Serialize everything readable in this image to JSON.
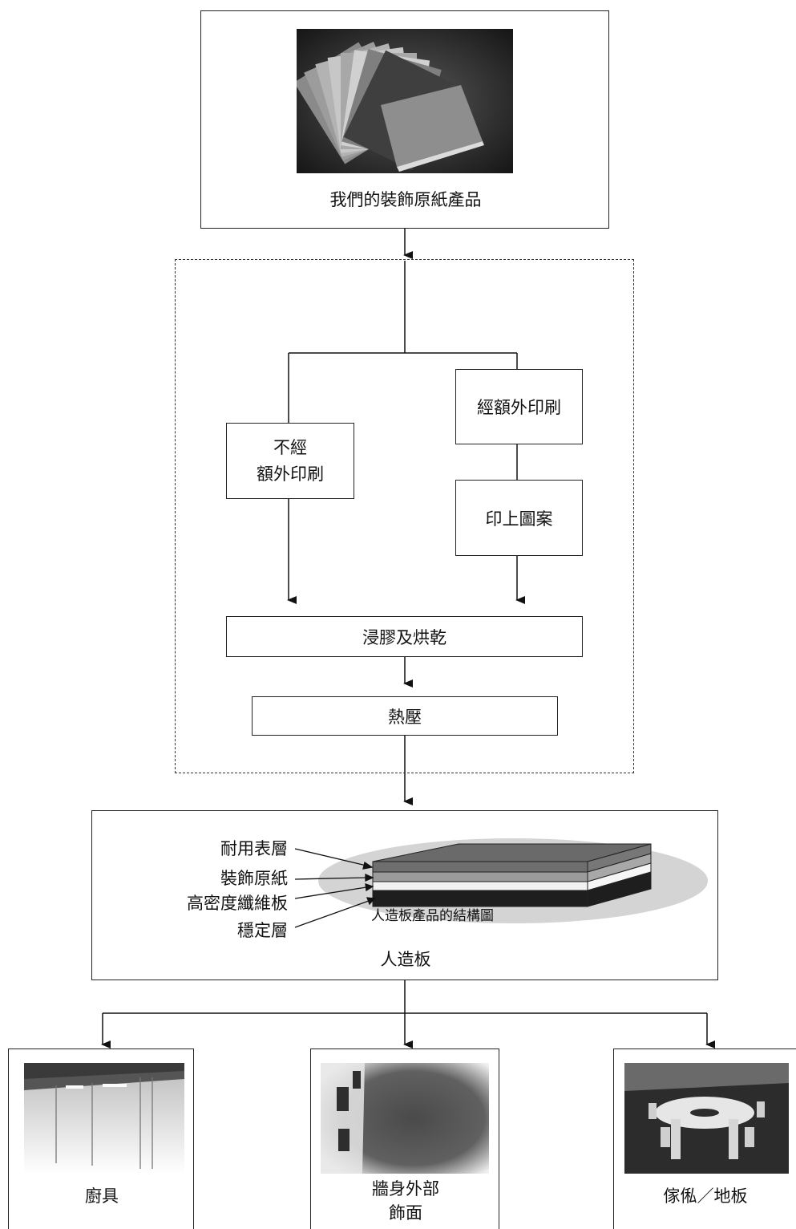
{
  "top": {
    "caption": "我們的裝飾原紙產品"
  },
  "steps": {
    "no_print": [
      "不經",
      "額外印刷"
    ],
    "print": "經額外印刷",
    "pattern": "印上圖案",
    "impregnate": "浸膠及烘乾",
    "press": "熱壓"
  },
  "board": {
    "title": "人造板",
    "structure_caption": "人造板產品的結構圖",
    "layers": [
      "耐用表層",
      "裝飾原紙",
      "高密度纖維板",
      "穩定層"
    ]
  },
  "applications": [
    {
      "label": "廚具"
    },
    {
      "label": "牆身外部",
      "label2": "飾面"
    },
    {
      "label": "傢俬／地板"
    }
  ]
}
